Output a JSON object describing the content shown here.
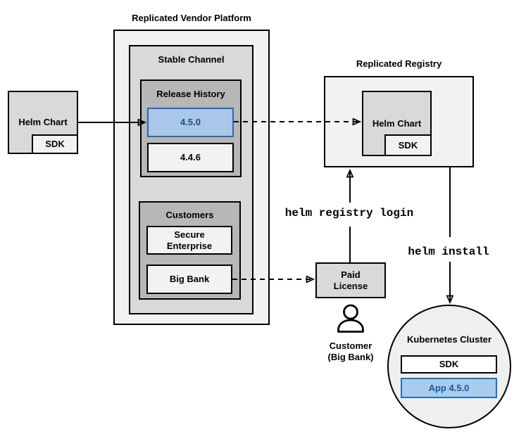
{
  "vendor_platform": {
    "title": "Replicated Vendor Platform",
    "stable_channel": {
      "label": "Stable Channel",
      "release_history": {
        "label": "Release History",
        "releases": [
          {
            "version": "4.5.0",
            "highlighted": true
          },
          {
            "version": "4.4.6",
            "highlighted": false
          }
        ]
      },
      "customers": {
        "label": "Customers",
        "items": [
          {
            "name": "Secure Enterprise"
          },
          {
            "name": "Big Bank"
          }
        ]
      }
    }
  },
  "helm_chart_source": {
    "label": "Helm Chart",
    "sdk": "SDK"
  },
  "registry": {
    "title": "Replicated Registry",
    "helm_chart": "Helm Chart",
    "sdk": "SDK"
  },
  "paid_license": {
    "line1": "Paid",
    "line2": "License"
  },
  "customer": {
    "line1": "Customer",
    "line2": "(Big Bank)"
  },
  "commands": {
    "registry_login": "helm registry login",
    "install": "helm install"
  },
  "cluster": {
    "title": "Kubernetes Cluster",
    "sdk": "SDK",
    "app": "App 4.5.0"
  },
  "colors": {
    "box_light": "#F2F2F2",
    "box_mid": "#D9D9D9",
    "box_dark": "#B7B7B7",
    "release_fill": "#A9C7E8",
    "release_stroke": "#2E68B0",
    "release_text": "#1F4E79",
    "app_fill": "#A9CBEC",
    "app_stroke": "#1E72C0",
    "app_text": "#17599E",
    "line": "#000000"
  }
}
